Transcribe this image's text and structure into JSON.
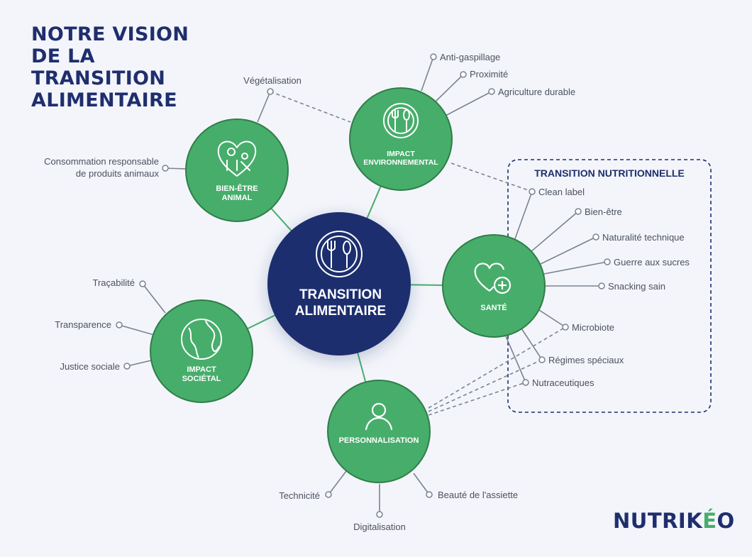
{
  "title": "NOTRE VISION DE LA TRANSITION ALIMENTAIRE",
  "brand": {
    "part1": "NUTRIK",
    "accent": "É",
    "part2": "O"
  },
  "box_title": "TRANSITION NUTRITIONNELLE",
  "colors": {
    "navy": "#1f2e6e",
    "green": "#47ad6b",
    "green_border": "#2f7d49",
    "line_gray": "#7a8391",
    "background": "#f3f5fa"
  },
  "center": {
    "line1": "TRANSITION",
    "line2": "ALIMENTAIRE",
    "icon": "cutlery-icon"
  },
  "nodes": [
    {
      "id": "bien-etre",
      "line1": "BIEN-ÊTRE",
      "line2": "ANIMAL",
      "icon": "animals-heart-icon"
    },
    {
      "id": "environnemental",
      "line1": "IMPACT",
      "line2": "ENVIRONNEMENTAL",
      "icon": "cutlery-icon"
    },
    {
      "id": "sante",
      "line1": "SANTÉ",
      "line2": "",
      "icon": "heart-plus-icon"
    },
    {
      "id": "societal",
      "line1": "IMPACT",
      "line2": "SOCIÉTAL",
      "icon": "globe-icon"
    },
    {
      "id": "personnalisation",
      "line1": "PERSONNALISATION",
      "line2": "",
      "icon": "person-icon"
    }
  ],
  "leaves": [
    {
      "id": "vegetalisation",
      "text": "Végétalisation"
    },
    {
      "id": "consommation",
      "line1": "Consommation responsable",
      "line2": "de produits animaux"
    },
    {
      "id": "anti-gaspillage",
      "text": "Anti-gaspillage"
    },
    {
      "id": "proximite",
      "text": "Proximité"
    },
    {
      "id": "agriculture",
      "text": "Agriculture durable"
    },
    {
      "id": "clean-label",
      "text": "Clean label"
    },
    {
      "id": "bien-etre-leaf",
      "text": "Bien-être"
    },
    {
      "id": "naturalite",
      "text": "Naturalité technique"
    },
    {
      "id": "guerre-sucres",
      "text": "Guerre aux sucres"
    },
    {
      "id": "snacking",
      "text": "Snacking sain"
    },
    {
      "id": "microbiote",
      "text": "Microbiote"
    },
    {
      "id": "regimes",
      "text": "Régimes spéciaux"
    },
    {
      "id": "nutraceutiques",
      "text": "Nutraceutiques"
    },
    {
      "id": "tracabilite",
      "text": "Traçabilité"
    },
    {
      "id": "transparence",
      "text": "Transparence"
    },
    {
      "id": "justice",
      "text": "Justice sociale"
    },
    {
      "id": "technicite",
      "text": "Technicité"
    },
    {
      "id": "digitalisation",
      "text": "Digitalisation"
    },
    {
      "id": "beaute",
      "text": "Beauté de l'assiette"
    }
  ]
}
